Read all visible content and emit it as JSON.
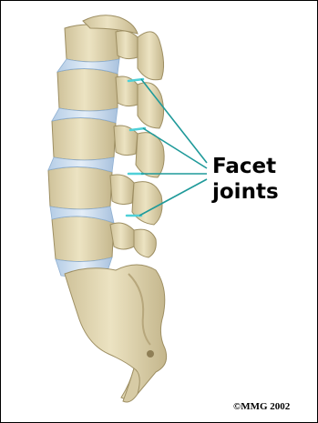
{
  "label": {
    "line1": "Facet",
    "line2": "joints"
  },
  "copyright": "©MMG 2002",
  "colors": {
    "background": "#ffffff",
    "bone": "#e6dcb8",
    "bone_shadow": "#b7a77c",
    "bone_dark": "#8f7f56",
    "disc": "#c9dcf0",
    "leader_line": "#1f9a9a",
    "text": "#000000"
  },
  "icons": [
    "lumbar-spine-illustration",
    "sacrum-illustration"
  ]
}
